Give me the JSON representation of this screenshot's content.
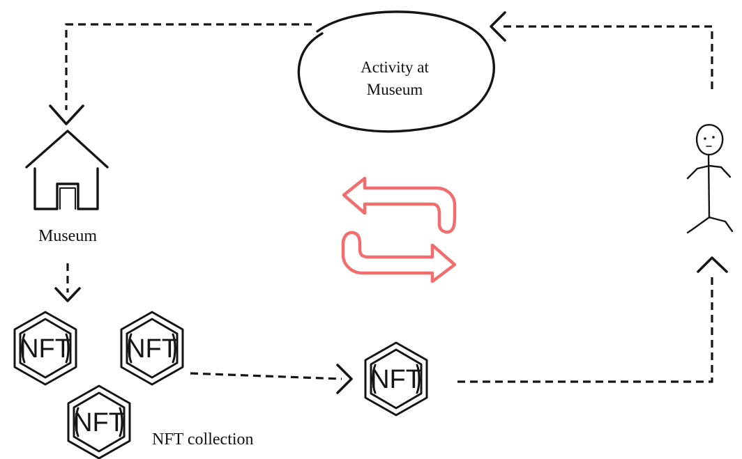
{
  "header": {
    "title_fragment": ""
  },
  "nodes": {
    "activity": {
      "line1": "Activity at",
      "line2": "Museum"
    },
    "museum": {
      "label": "Museum"
    },
    "collection": {
      "label": "NFT collection"
    },
    "token": {
      "text": "NFT"
    }
  },
  "colors": {
    "ink": "#151515",
    "exchange_arrows": "#f26d6d",
    "title_fragment": "#1a2f8a"
  },
  "icons": [
    "house-icon",
    "stick-figure-icon",
    "nft-hexagon-icon",
    "exchange-arrows-icon"
  ]
}
